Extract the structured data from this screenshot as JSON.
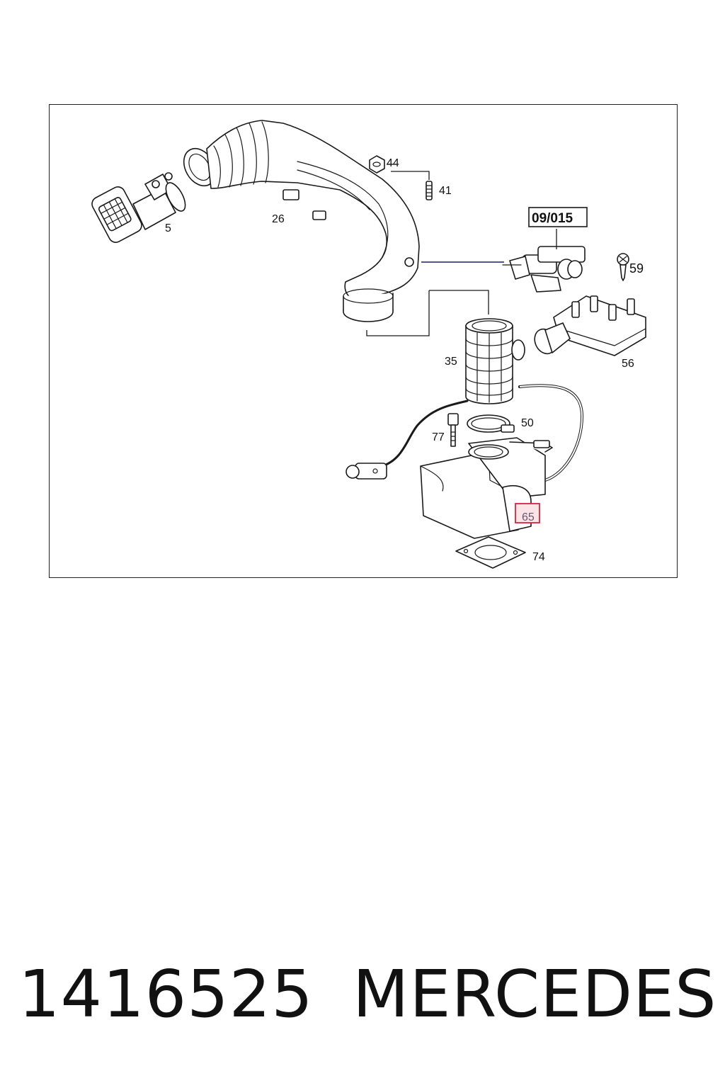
{
  "diagram": {
    "callouts": {
      "p5": "5",
      "p26": "26",
      "p44": "44",
      "p41": "41",
      "ref": "09/015",
      "p59": "59",
      "p35": "35",
      "p56": "56",
      "p50": "50",
      "p77": "77",
      "p65": "65",
      "p74": "74"
    },
    "highlight_color": "#d9253a",
    "highlight_fill": "#fbe3e6"
  },
  "footer": {
    "part_number": "1416525",
    "brand": "MERCEDES"
  }
}
